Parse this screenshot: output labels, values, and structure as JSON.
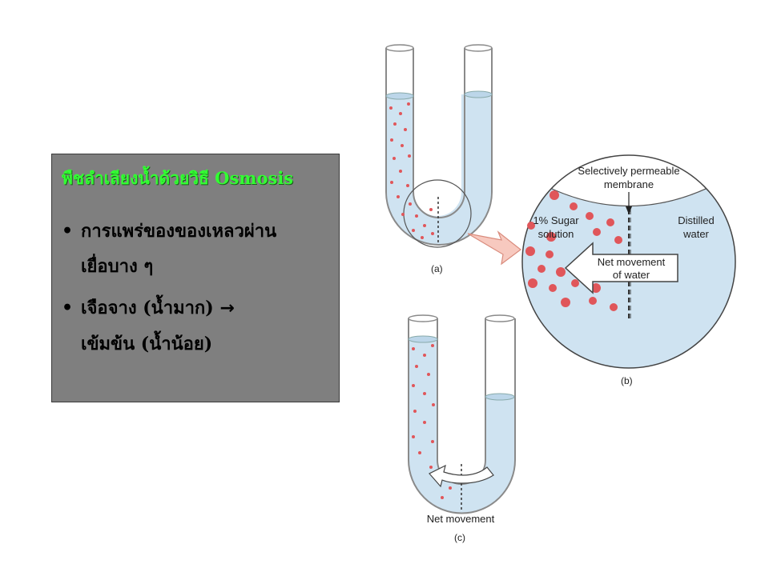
{
  "textbox": {
    "title": "พืชลำเลียงน้ำด้วยวิธี Osmosis",
    "bullets": [
      {
        "lines": [
          "การแพร่ของของเหลวผ่าน",
          "เยื่อบาง ๆ"
        ]
      },
      {
        "lines": [
          "เจือจาง (น้ำมาก)",
          "เข้มข้น  (น้ำน้อย)"
        ],
        "arrow": "→"
      }
    ]
  },
  "figure": {
    "label_a": "(a)",
    "label_b": "(b)",
    "label_c": "(c)",
    "membrane_label_1": "Selectively permeable",
    "membrane_label_2": "membrane",
    "sugar_label_1": "1% Sugar",
    "sugar_label_2": "solution",
    "water_label_1": "Distilled",
    "water_label_2": "water",
    "net_label_1": "Net movement",
    "net_label_2": "of water",
    "c_caption": "Net movement",
    "colors": {
      "water": "#cfe3f1",
      "solute": "#e0565a",
      "glass": "#8a8a8a"
    }
  }
}
